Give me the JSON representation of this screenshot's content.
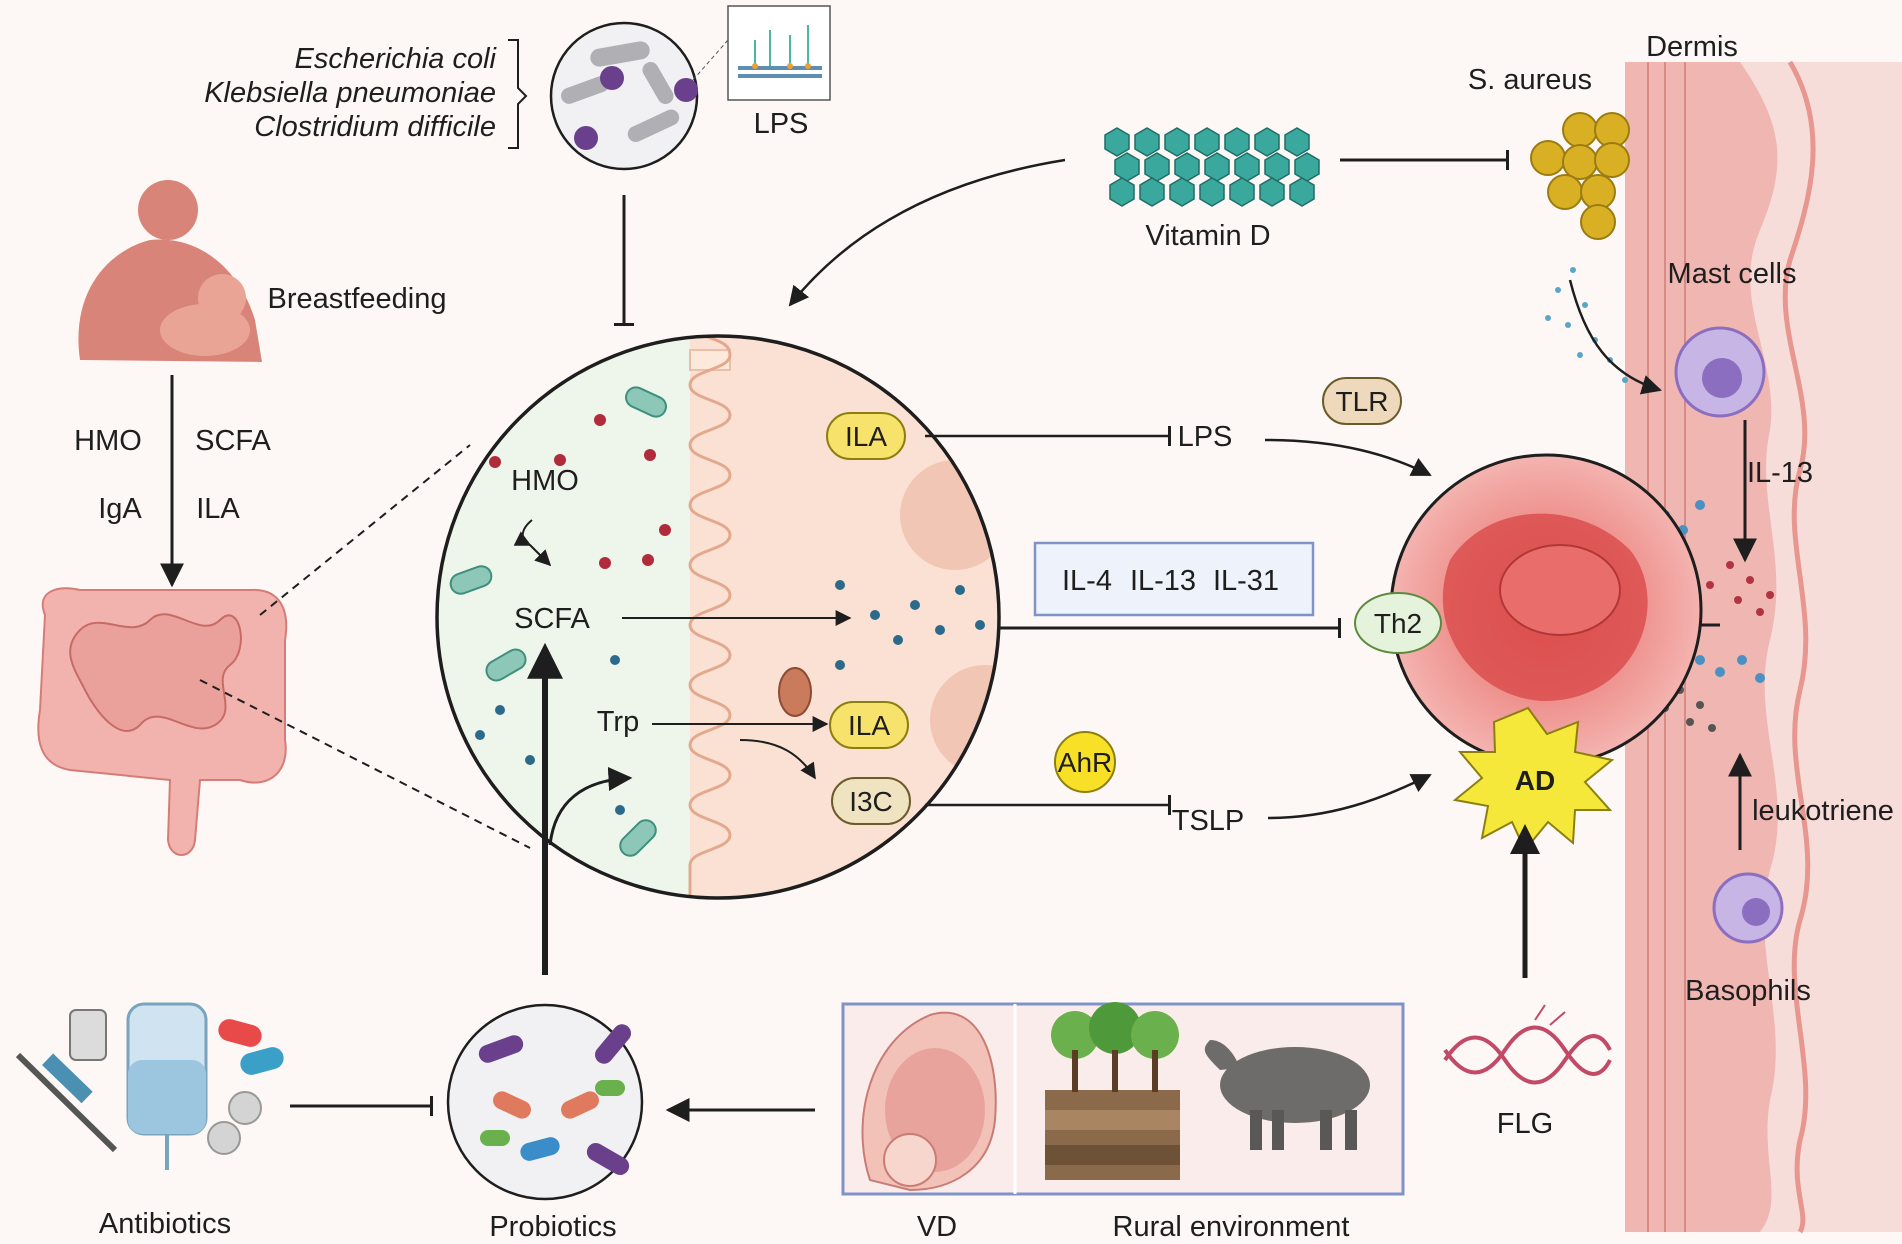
{
  "bacteria": {
    "names": [
      "Escherichia coli",
      "Klebsiella pneumoniae",
      "Clostridium difficile"
    ],
    "lps_label": "LPS"
  },
  "sources": {
    "breastfeeding": "Breastfeeding",
    "hmo": "HMO",
    "scfa": "SCFA",
    "iga": "IgA",
    "ila": "ILA"
  },
  "gut_zoom": {
    "hmo": "HMO",
    "scfa": "SCFA",
    "trp": "Trp",
    "ila_top": "ILA",
    "ila_mid": "ILA",
    "i3c": "I3C"
  },
  "mediators": {
    "lps": "LPS",
    "tlr": "TLR",
    "cytokines": [
      "IL-4",
      "IL-13",
      "IL-31"
    ],
    "tslp": "TSLP",
    "ahr": "AhR",
    "th2": "Th2",
    "ad": "AD"
  },
  "vitamin_d": "Vitamin D",
  "skin": {
    "dermis": "Dermis",
    "s_aureus": "S. aureus",
    "mast_cells": "Mast cells",
    "il13": "IL-13",
    "leukotriene": "leukotriene",
    "basophils": "Basophils"
  },
  "bottom": {
    "antibiotics": "Antibiotics",
    "probiotics": "Probiotics",
    "vd": "VD",
    "rural": "Rural environment",
    "flg": "FLG"
  },
  "colors": {
    "background": "#fdf8f6",
    "skin_pink": "#e8a4a0",
    "ila_yellow": "#f7e26b",
    "th2_green": "#e6f3dc",
    "cytokine_box_fill": "#eef3fb",
    "cytokine_box_border": "#7f93c9",
    "arrow": "#1e1e1e"
  }
}
